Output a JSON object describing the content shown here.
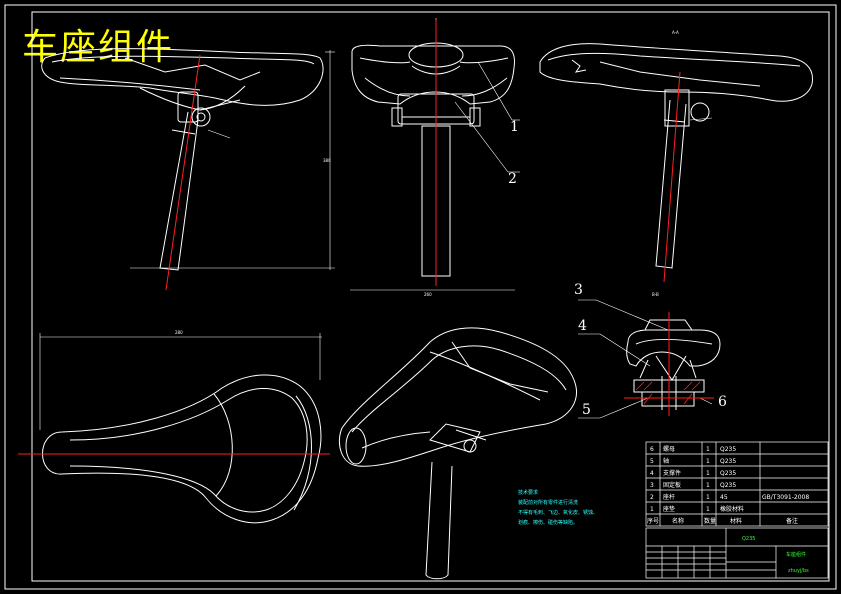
{
  "title": "车座组件",
  "callouts": [
    "1",
    "2",
    "3",
    "4",
    "5",
    "6"
  ],
  "tech_notes": {
    "heading": "技术要求",
    "lines": [
      "装配前对所有零件进行清洗",
      "不得有毛刺、飞边、氧化皮、锈蚀、",
      "划痕、擦伤、碰伤等缺陷。"
    ]
  },
  "bom": {
    "rows": [
      {
        "no": "6",
        "name": "螺母",
        "qty": "1",
        "material": "Q235",
        "note": ""
      },
      {
        "no": "5",
        "name": "轴",
        "qty": "1",
        "material": "Q235",
        "note": ""
      },
      {
        "no": "4",
        "name": "支撑件",
        "qty": "1",
        "material": "Q235",
        "note": ""
      },
      {
        "no": "3",
        "name": "固定板",
        "qty": "1",
        "material": "Q235",
        "note": ""
      },
      {
        "no": "2",
        "name": "座杆",
        "qty": "1",
        "material": "45",
        "note": "GB/T3091-2008"
      },
      {
        "no": "1",
        "name": "座垫",
        "qty": "1",
        "material": "橡胶材料",
        "note": ""
      }
    ],
    "header": [
      "序号",
      "名称",
      "数量",
      "材料",
      "备注"
    ]
  },
  "title_block": {
    "material": "Q235",
    "drawing_name": "车座组件",
    "company": "zhuyj/bs"
  },
  "view_labels": {
    "section_top": "A-A",
    "section_bottom": "B-B",
    "dim_height": "380",
    "dim_width": "260",
    "dim_plan": "280"
  },
  "colors": {
    "background": "#000000",
    "lines": "#ffffff",
    "centerlines": "#ff2020",
    "title": "#ffff00",
    "table_green": "#33ff33",
    "notes_cyan": "#33ffff"
  }
}
